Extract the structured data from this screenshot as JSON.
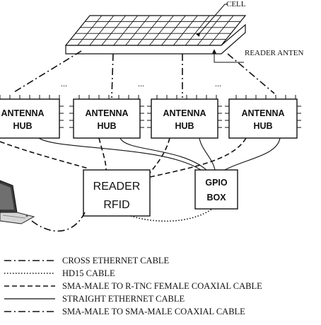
{
  "labels": {
    "cell": "CELL",
    "reader_antenna": "READER ANTEN",
    "ellipsis": "..."
  },
  "hubs": [
    {
      "line1": "ANTENNA",
      "line2": "HUB"
    },
    {
      "line1": "ANTENNA",
      "line2": "HUB"
    },
    {
      "line1": "ANTENNA",
      "line2": "HUB"
    },
    {
      "line1": "ANTENNA",
      "line2": "HUB"
    }
  ],
  "reader": {
    "line1": "READER",
    "line2": "RFID"
  },
  "gpio": {
    "line1": "GPIO",
    "line2": "BOX"
  },
  "legend": [
    {
      "label": "CROSS ETHERNET CABLE",
      "style": "dash-dot"
    },
    {
      "label": "HD15 CABLE",
      "style": "dotted"
    },
    {
      "label": "SMA-MALE TO R-TNC FEMALE COAXIAL CABLE",
      "style": "dashed"
    },
    {
      "label": "STRAIGHT ETHERNET CABLE",
      "style": "solid"
    },
    {
      "label": "SMA-MALE TO SMA-MALE COAXIAL CABLE",
      "style": "dash-dot"
    }
  ],
  "colors": {
    "stroke": "#111111",
    "fill": "#ffffff",
    "shadow": "#cfcfcf"
  }
}
